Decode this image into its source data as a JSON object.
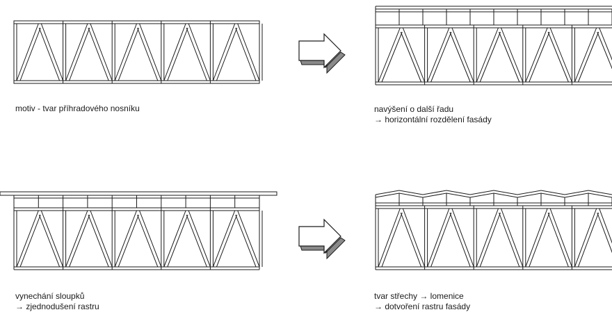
{
  "captions": {
    "c1": {
      "line1": "motiv - tvar příhradového nosníku"
    },
    "c2": {
      "line1": "navýšení o další řadu",
      "line2": "→ horizontální rozdělení fasády"
    },
    "c3": {
      "line1": "vynechání sloupků",
      "line2": "→ zjednodušení rastru"
    },
    "c4": {
      "line1": "tvar střechy → lomenice",
      "line2": "→ dotvoření rastru fasády"
    }
  },
  "colors": {
    "stroke": "#1a1a1a",
    "arrow_fill": "#ffffff",
    "arrow_shade": "#8a8a8a"
  },
  "panels": [
    {
      "id": "truss-motif",
      "bays": 10,
      "extra_row": false,
      "roof": "none"
    },
    {
      "id": "truss-extra-row",
      "bays": 10,
      "extra_row": true,
      "roof": "flat"
    },
    {
      "id": "truss-simplified",
      "bays": 10,
      "extra_row": true,
      "roof": "overhang"
    },
    {
      "id": "truss-gable-roof",
      "bays": 10,
      "extra_row": true,
      "roof": "zigzag"
    }
  ],
  "arrows": [
    {
      "from": "truss-motif",
      "to": "truss-extra-row"
    },
    {
      "from": "truss-simplified",
      "to": "truss-gable-roof"
    }
  ]
}
